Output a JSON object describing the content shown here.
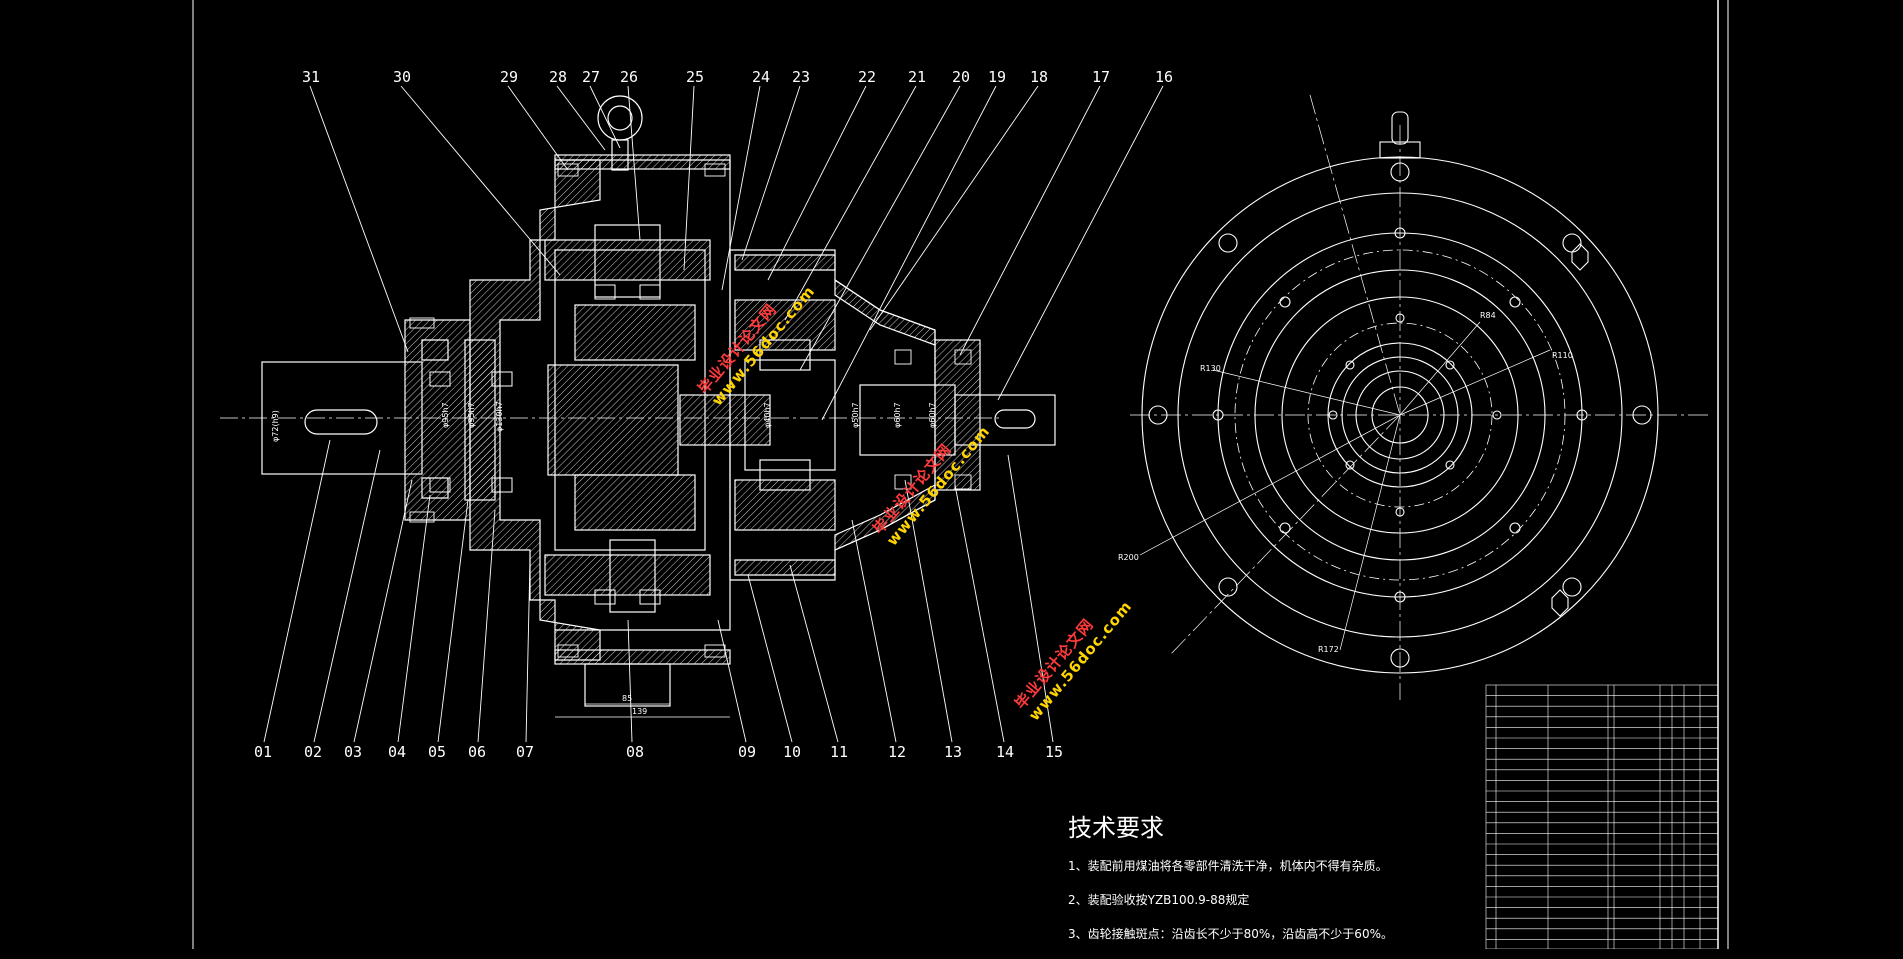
{
  "drawing": {
    "part_labels_top": [
      "31",
      "30",
      "29",
      "28",
      "27",
      "26",
      "25",
      "24",
      "23",
      "22",
      "21",
      "20",
      "19",
      "18",
      "17",
      "16"
    ],
    "part_labels_bottom": [
      "01",
      "02",
      "03",
      "04",
      "05",
      "06",
      "07",
      "08",
      "09",
      "10",
      "11",
      "12",
      "13",
      "14",
      "15"
    ],
    "dimensions": {
      "shaft_dia": "φ72(h9)",
      "d1": "φ95h7",
      "d2": "φ95h7",
      "d3": "φ130h7",
      "d4": "φ40h7",
      "d5": "φ50h7",
      "d6": "φ60h7",
      "width_inner": "85",
      "width_outer": "139",
      "r_130": "R130",
      "r_84": "R84",
      "r_110": "R110",
      "r_200": "R200",
      "r_172": "R172"
    },
    "watermark": {
      "url": "www.56doc.com",
      "name": "毕业设计论文网"
    }
  },
  "requirements": {
    "title": "技术要求",
    "items": [
      "1、装配前用煤油将各零部件清洗干净，机体内不得有杂质。",
      "2、装配验收按YZB100.9-88规定",
      "3、齿轮接触斑点：沿齿长不少于80%，沿齿高不少于60%。"
    ]
  }
}
